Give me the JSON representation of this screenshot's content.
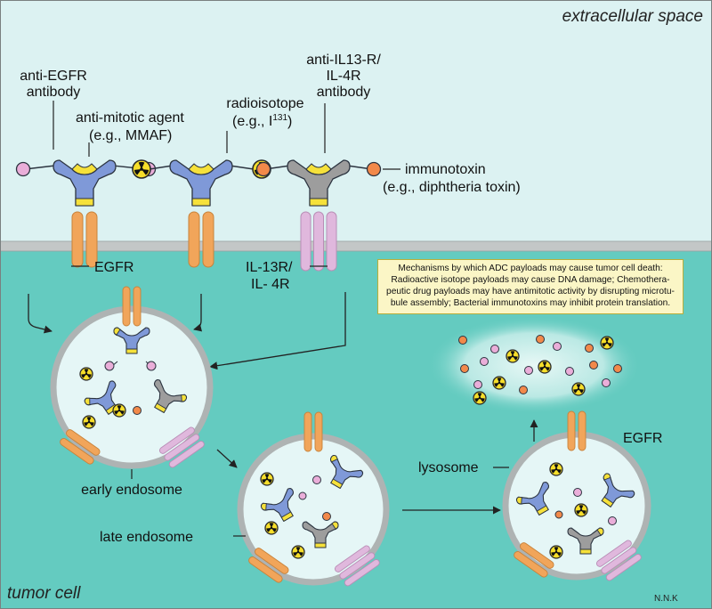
{
  "regions": {
    "extracellular": "extracellular space",
    "tumor_cell": "tumor cell"
  },
  "labels": {
    "anti_egfr_1": "anti-EGFR",
    "anti_egfr_2": "antibody",
    "antimitotic_1": "anti-mitotic agent",
    "antimitotic_2": "(e.g., MMAF)",
    "radio_1": "radioisotope",
    "radio_2_prefix": "(e.g., I",
    "radio_2_sup": "131",
    "radio_2_suffix": ")",
    "anti_il13_1": "anti-IL13-R/",
    "anti_il13_2": "IL-4R",
    "anti_il13_3": "antibody",
    "immunotoxin_1": "immunotoxin",
    "immunotoxin_2": "(e.g., diphtheria toxin)",
    "egfr": "EGFR",
    "il13r_1": "IL-13R/",
    "il13r_2": "IL- 4R",
    "early_endosome": "early endosome",
    "late_endosome": "late endosome",
    "lysosome": "lysosome",
    "egfr_lysosome": "EGFR",
    "signature": "N.N.K"
  },
  "mechanisms": {
    "title": "Mechanisms by which ADC payloads may cause tumor cell death:",
    "body": "Radioactive isotope payloads may cause DNA damage; Chemothera-peutic drug payloads may have antimitotic activity by disrupting microtu-bule assembly; Bacterial immunotoxins may inhibit protein translation."
  },
  "colors": {
    "extracellular_bg": "#dcf2f2",
    "cell_bg": "#64cbc0",
    "membrane": "#c3c7c7",
    "egfr_receptor": "#f1a55a",
    "il13_receptor": "#e0b8dd",
    "anti_egfr_antibody": "#7f99d8",
    "anti_il13_antibody": "#9d9d9d",
    "antibody_tip": "#f6e13a",
    "mmaf_payload": "#eaaed9",
    "diphtheria_payload": "#f2894a",
    "radioisotope_payload": "#f6de2a",
    "vesicle_fill": "#e5f6f6",
    "mechanism_box": "#fbf6c6"
  }
}
